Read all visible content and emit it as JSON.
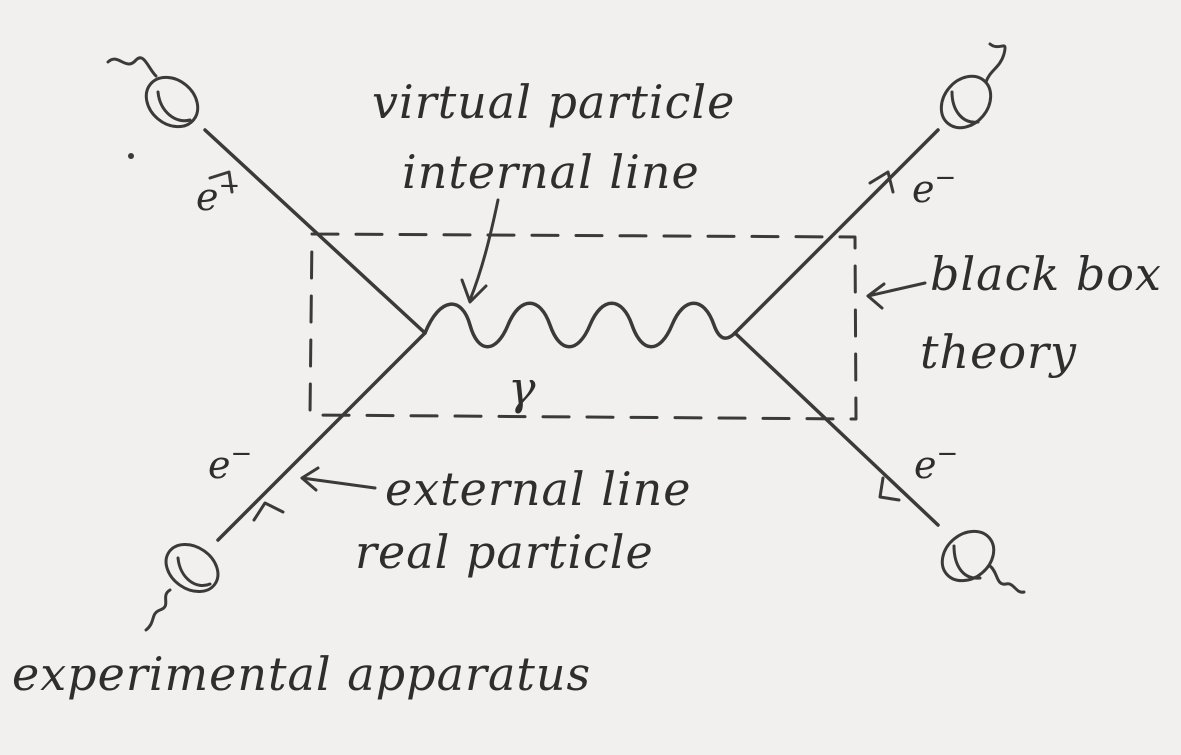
{
  "labels": {
    "virtual_1": "virtual particle",
    "virtual_2": "internal line",
    "black_box_1": "black box",
    "black_box_2": "theory",
    "external_1": "external line",
    "external_2": "real particle",
    "apparatus": "experimental apparatus",
    "photon": "γ",
    "electron": "e",
    "electron_charge": "−"
  },
  "colors": {
    "paper": "#f1f0ee",
    "ink": "#3a3a3a"
  }
}
